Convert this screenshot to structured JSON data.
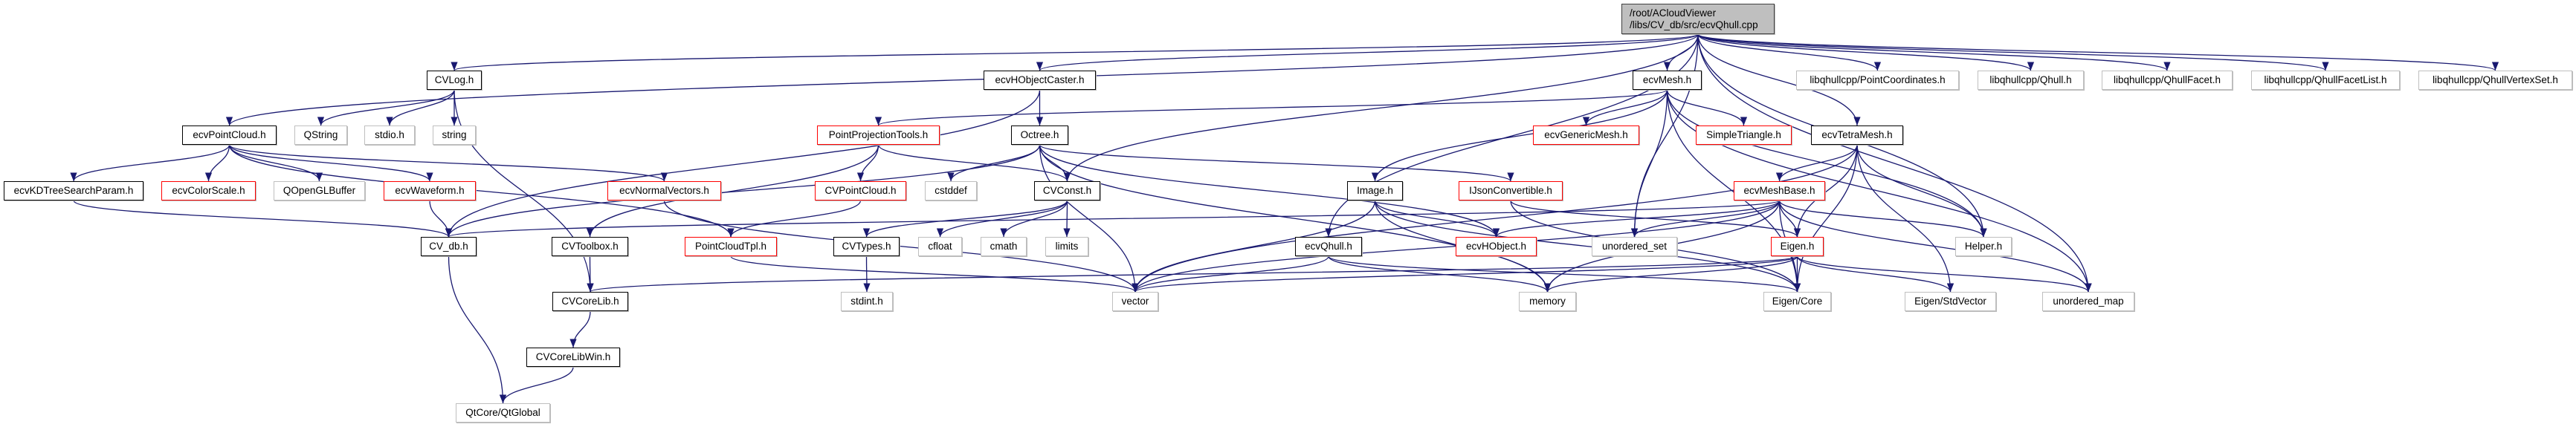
{
  "graph": {
    "colors": {
      "edge": "#191970",
      "documented_border": "#000000",
      "incomplete_border": "#ff0000",
      "external_border": "#bfbfbf",
      "root_fill": "#bfbfbf"
    },
    "nodes": {
      "root": {
        "label": [
          "/root/ACloudViewer",
          "/libs/CV_db/src/ecvQhull.cpp"
        ],
        "kind": "root"
      },
      "CVLog": {
        "label": "CVLog.h",
        "kind": "doc"
      },
      "ecvHObjectCaster": {
        "label": "ecvHObjectCaster.h",
        "kind": "doc"
      },
      "ecvMesh": {
        "label": "ecvMesh.h",
        "kind": "doc"
      },
      "PointCoordinates": {
        "label": "libqhullcpp/PointCoordinates.h",
        "kind": "ext"
      },
      "Qhull": {
        "label": "libqhullcpp/Qhull.h",
        "kind": "ext"
      },
      "QhullFacet": {
        "label": "libqhullcpp/QhullFacet.h",
        "kind": "ext"
      },
      "QhullFacetList": {
        "label": "libqhullcpp/QhullFacetList.h",
        "kind": "ext"
      },
      "QhullVertexSet": {
        "label": "libqhullcpp/QhullVertexSet.h",
        "kind": "ext"
      },
      "ecvPointCloud": {
        "label": "ecvPointCloud.h",
        "kind": "doc"
      },
      "QString": {
        "label": "QString",
        "kind": "ext"
      },
      "stdio": {
        "label": "stdio.h",
        "kind": "ext"
      },
      "string": {
        "label": "string",
        "kind": "ext"
      },
      "PointProjectionTools": {
        "label": "PointProjectionTools.h",
        "kind": "more"
      },
      "Octree": {
        "label": "Octree.h",
        "kind": "doc"
      },
      "ecvGenericMesh": {
        "label": "ecvGenericMesh.h",
        "kind": "more"
      },
      "SimpleTriangle": {
        "label": "SimpleTriangle.h",
        "kind": "more"
      },
      "ecvTetraMesh": {
        "label": "ecvTetraMesh.h",
        "kind": "doc"
      },
      "ecvKDTreeSearchParam": {
        "label": "ecvKDTreeSearchParam.h",
        "kind": "doc"
      },
      "ecvColorScale": {
        "label": "ecvColorScale.h",
        "kind": "more"
      },
      "QOpenGLBuffer": {
        "label": "QOpenGLBuffer",
        "kind": "ext"
      },
      "ecvWaveform": {
        "label": "ecvWaveform.h",
        "kind": "more"
      },
      "ecvNormalVectors": {
        "label": "ecvNormalVectors.h",
        "kind": "more"
      },
      "CVPointCloud": {
        "label": "CVPointCloud.h",
        "kind": "more"
      },
      "cstddef": {
        "label": "cstddef",
        "kind": "ext"
      },
      "CVConst": {
        "label": "CVConst.h",
        "kind": "doc"
      },
      "Image": {
        "label": "Image.h",
        "kind": "doc"
      },
      "IJsonConvertible": {
        "label": "IJsonConvertible.h",
        "kind": "more"
      },
      "ecvMeshBase": {
        "label": "ecvMeshBase.h",
        "kind": "more"
      },
      "CV_db": {
        "label": "CV_db.h",
        "kind": "doc"
      },
      "CVToolbox": {
        "label": "CVToolbox.h",
        "kind": "doc"
      },
      "PointCloudTpl": {
        "label": "PointCloudTpl.h",
        "kind": "more"
      },
      "CVTypes": {
        "label": "CVTypes.h",
        "kind": "doc"
      },
      "cfloat": {
        "label": "cfloat",
        "kind": "ext"
      },
      "cmath": {
        "label": "cmath",
        "kind": "ext"
      },
      "limits": {
        "label": "limits",
        "kind": "ext"
      },
      "ecvQhull": {
        "label": "ecvQhull.h",
        "kind": "doc"
      },
      "ecvHObject": {
        "label": "ecvHObject.h",
        "kind": "more"
      },
      "unordered_set": {
        "label": "unordered_set",
        "kind": "ext"
      },
      "Eigen": {
        "label": "Eigen.h",
        "kind": "more"
      },
      "Helper": {
        "label": "Helper.h",
        "kind": "ext"
      },
      "CVCoreLib": {
        "label": "CVCoreLib.h",
        "kind": "doc"
      },
      "stdint": {
        "label": "stdint.h",
        "kind": "ext"
      },
      "vector": {
        "label": "vector",
        "kind": "ext"
      },
      "memory": {
        "label": "memory",
        "kind": "ext"
      },
      "EigenCore": {
        "label": "Eigen/Core",
        "kind": "ext"
      },
      "EigenStdVector": {
        "label": "Eigen/StdVector",
        "kind": "ext"
      },
      "unordered_map": {
        "label": "unordered_map",
        "kind": "ext"
      },
      "CVCoreLibWin": {
        "label": "CVCoreLibWin.h",
        "kind": "doc"
      },
      "QtGlobal": {
        "label": "QtCore/QtGlobal",
        "kind": "ext"
      }
    },
    "edges": [
      [
        "root",
        "ecvPointCloud"
      ],
      [
        "root",
        "CVLog"
      ],
      [
        "root",
        "ecvHObjectCaster"
      ],
      [
        "root",
        "CVConst"
      ],
      [
        "root",
        "ecvQhull"
      ],
      [
        "root",
        "unordered_set"
      ],
      [
        "root",
        "ecvMesh"
      ],
      [
        "root",
        "ecvTetraMesh"
      ],
      [
        "root",
        "unordered_map"
      ],
      [
        "root",
        "Helper"
      ],
      [
        "root",
        "PointCoordinates"
      ],
      [
        "root",
        "Qhull"
      ],
      [
        "root",
        "QhullFacet"
      ],
      [
        "root",
        "QhullFacetList"
      ],
      [
        "root",
        "QhullVertexSet"
      ],
      [
        "CVLog",
        "QString"
      ],
      [
        "CVLog",
        "stdio"
      ],
      [
        "CVLog",
        "string"
      ],
      [
        "CVLog",
        "CVCoreLib"
      ],
      [
        "ecvPointCloud",
        "ecvKDTreeSearchParam"
      ],
      [
        "ecvPointCloud",
        "ecvColorScale"
      ],
      [
        "ecvPointCloud",
        "QOpenGLBuffer"
      ],
      [
        "ecvPointCloud",
        "ecvWaveform"
      ],
      [
        "ecvPointCloud",
        "ecvNormalVectors"
      ],
      [
        "ecvPointCloud",
        "PointCloudTpl"
      ],
      [
        "ecvKDTreeSearchParam",
        "CV_db"
      ],
      [
        "ecvWaveform",
        "CV_db"
      ],
      [
        "ecvNormalVectors",
        "vector"
      ],
      [
        "CV_db",
        "QtGlobal"
      ],
      [
        "CVToolbox",
        "CVCoreLib"
      ],
      [
        "CVCoreLib",
        "CVCoreLibWin"
      ],
      [
        "CVCoreLibWin",
        "QtGlobal"
      ],
      [
        "CVPointCloud",
        "PointCloudTpl"
      ],
      [
        "PointCloudTpl",
        "vector"
      ],
      [
        "PointProjectionTools",
        "CVPointCloud"
      ],
      [
        "PointProjectionTools",
        "CVToolbox"
      ],
      [
        "PointProjectionTools",
        "CVConst"
      ],
      [
        "ecvHObjectCaster",
        "Octree"
      ],
      [
        "ecvHObjectCaster",
        "CV_db"
      ],
      [
        "Octree",
        "cstddef"
      ],
      [
        "Octree",
        "CVConst"
      ],
      [
        "Octree",
        "vector"
      ],
      [
        "Octree",
        "memory"
      ],
      [
        "Octree",
        "IJsonConvertible"
      ],
      [
        "Octree",
        "ecvHObject"
      ],
      [
        "Octree",
        "CV_db"
      ],
      [
        "CVConst",
        "CVTypes"
      ],
      [
        "CVConst",
        "cfloat"
      ],
      [
        "CVConst",
        "cmath"
      ],
      [
        "CVConst",
        "limits"
      ],
      [
        "CVTypes",
        "stdint"
      ],
      [
        "ecvMesh",
        "PointProjectionTools"
      ],
      [
        "ecvMesh",
        "ecvGenericMesh"
      ],
      [
        "ecvMesh",
        "SimpleTriangle"
      ],
      [
        "ecvMesh",
        "Image"
      ],
      [
        "ecvMesh",
        "unordered_set"
      ],
      [
        "ecvMesh",
        "Helper"
      ],
      [
        "ecvMesh",
        "EigenCore"
      ],
      [
        "ecvMesh",
        "unordered_map"
      ],
      [
        "Image",
        "vector"
      ],
      [
        "Image",
        "memory"
      ],
      [
        "Image",
        "ecvHObject"
      ],
      [
        "Image",
        "EigenCore"
      ],
      [
        "IJsonConvertible",
        "Eigen"
      ],
      [
        "IJsonConvertible",
        "EigenCore"
      ],
      [
        "ecvQhull",
        "vector"
      ],
      [
        "ecvQhull",
        "memory"
      ],
      [
        "ecvQhull",
        "EigenCore"
      ],
      [
        "ecvTetraMesh",
        "ecvMeshBase"
      ],
      [
        "ecvTetraMesh",
        "Eigen"
      ],
      [
        "ecvTetraMesh",
        "EigenCore"
      ],
      [
        "ecvTetraMesh",
        "Helper"
      ],
      [
        "ecvTetraMesh",
        "EigenStdVector"
      ],
      [
        "ecvTetraMesh",
        "vector"
      ],
      [
        "ecvMeshBase",
        "Eigen"
      ],
      [
        "ecvMeshBase",
        "Helper"
      ],
      [
        "ecvMeshBase",
        "unordered_map"
      ],
      [
        "ecvMeshBase",
        "unordered_set"
      ],
      [
        "ecvMeshBase",
        "memory"
      ],
      [
        "ecvMeshBase",
        "vector"
      ],
      [
        "ecvMeshBase",
        "CV_db"
      ],
      [
        "ecvMeshBase",
        "ecvHObject"
      ],
      [
        "ecvMeshBase",
        "EigenCore"
      ],
      [
        "Eigen",
        "EigenCore"
      ],
      [
        "Eigen",
        "EigenStdVector"
      ],
      [
        "Eigen",
        "unordered_map"
      ],
      [
        "Eigen",
        "vector"
      ],
      [
        "Eigen",
        "memory"
      ],
      [
        "Eigen",
        "CVCoreLib"
      ]
    ]
  }
}
